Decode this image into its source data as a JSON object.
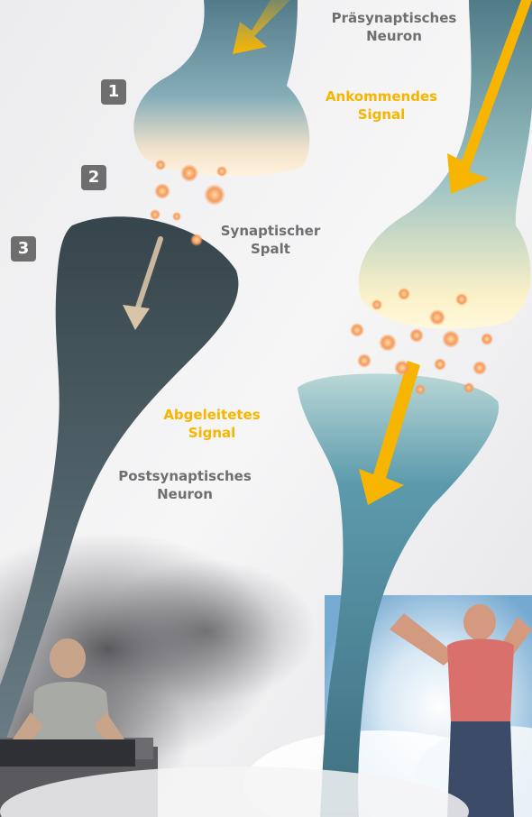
{
  "labels": {
    "presynaptic": [
      "Präsynaptisches",
      "Neuron"
    ],
    "incoming_signal": [
      "Ankommendes",
      "Signal"
    ],
    "synaptic_cleft": [
      "Synaptischer",
      "Spalt"
    ],
    "derived_signal": [
      "Abgeleitetes",
      "Signal"
    ],
    "postsynaptic": [
      "Postsynaptisches",
      "Neuron"
    ]
  },
  "steps": [
    "1",
    "2",
    "3"
  ],
  "colors": {
    "accent": "#f7b500",
    "label_gray": "#6f6f6f",
    "step_badge": "#6e6e6e",
    "neuron_dark": "#44545a",
    "neuron_light": "#5b8ea0",
    "vesicle": "#f59a5a",
    "shirt": "#d9706c"
  },
  "icons": [
    "sitting-person-icon",
    "cheering-person-icon",
    "signal-arrow-icon"
  ]
}
